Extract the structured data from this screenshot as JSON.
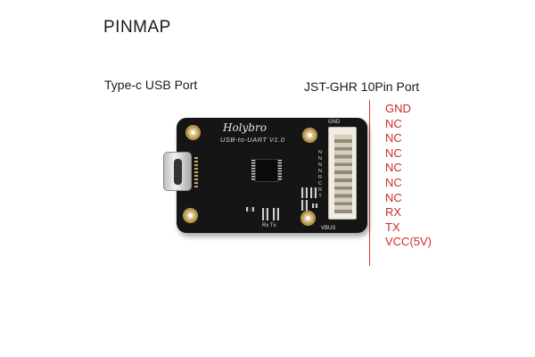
{
  "title": "PINMAP",
  "usb_label": "Type-c USB Port",
  "jst_label": "JST-GHR 10Pin Port",
  "pins": [
    "GND",
    "NC",
    "NC",
    "NC",
    "NC",
    "NC",
    "NC",
    "RX",
    "TX",
    "VCC(5V)"
  ],
  "board": {
    "brand": "Holybro",
    "model": "USB-to-UART V1.0",
    "gnd_marking": "GND",
    "vbus_marking": "VBUS",
    "rx_marking": "Rx",
    "tx_marking": "Tx",
    "pin_letters": "N N N N R C R T"
  },
  "colors": {
    "pin_text": "#cc2a2a",
    "board": "#151515",
    "connector": "#f1ede3"
  }
}
